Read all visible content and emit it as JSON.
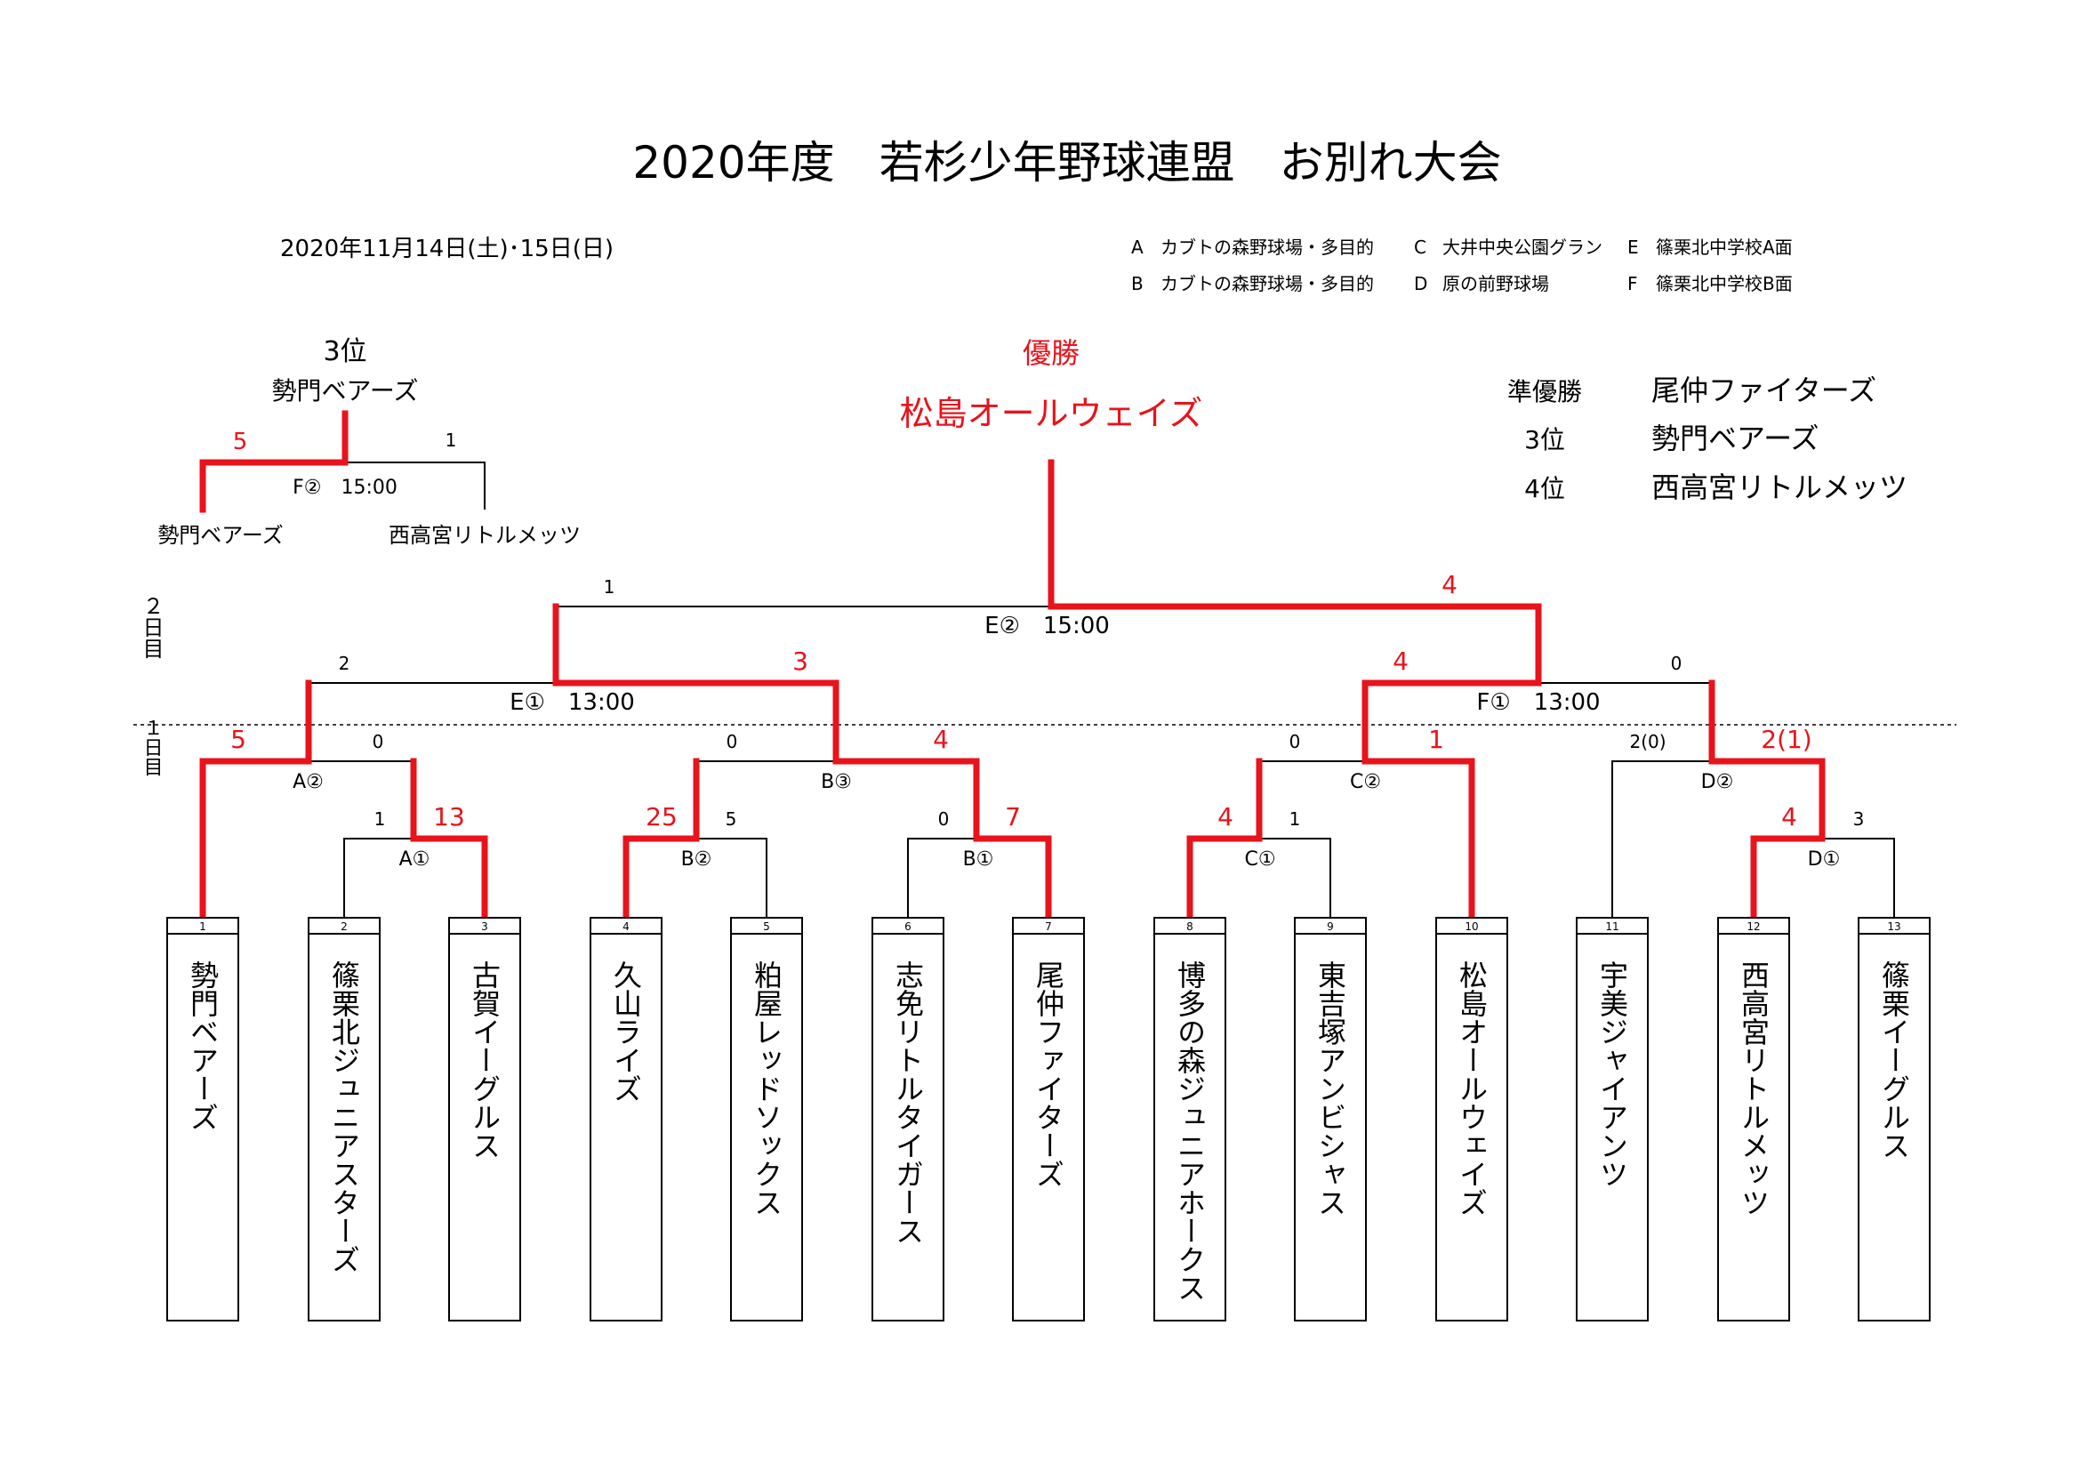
{
  "title": "2020年度　若杉少年野球連盟　お別れ大会",
  "date": "2020年11月14日(土)･15日(日)",
  "venues": [
    {
      "code": "A",
      "name": "カブトの森野球場・多目的"
    },
    {
      "code": "B",
      "name": "カブトの森野球場・多目的"
    },
    {
      "code": "C",
      "name": "大井中央公園グラン"
    },
    {
      "code": "D",
      "name": "原の前野球場"
    },
    {
      "code": "E",
      "name": "篠栗北中学校A面"
    },
    {
      "code": "F",
      "name": "篠栗北中学校B面"
    }
  ],
  "champion": {
    "label": "優勝",
    "team": "松島オールウェイズ"
  },
  "results": [
    {
      "rank": "準優勝",
      "team": "尾仲ファイターズ"
    },
    {
      "rank": "3位",
      "team": "勢門ベアーズ"
    },
    {
      "rank": "4位",
      "team": "西高宮リトルメッツ"
    }
  ],
  "third_place": {
    "label": "3位",
    "winner": "勢門ベアーズ",
    "match": "F②　15:00",
    "left_team": "勢門ベアーズ",
    "right_team": "西高宮リトルメッツ",
    "left_score": "5",
    "right_score": "1"
  },
  "day_labels": {
    "day2": "２日目",
    "day1": "１日目"
  },
  "teams": [
    {
      "no": "1",
      "name": "勢門ベアーズ"
    },
    {
      "no": "2",
      "name": "篠栗北ジュニアスターズ"
    },
    {
      "no": "3",
      "name": "古賀イーグルス"
    },
    {
      "no": "4",
      "name": "久山ライズ"
    },
    {
      "no": "5",
      "name": "粕屋レッドソックス"
    },
    {
      "no": "6",
      "name": "志免リトルタイガース"
    },
    {
      "no": "7",
      "name": "尾仲ファイターズ"
    },
    {
      "no": "8",
      "name": "博多の森ジュニアホークス"
    },
    {
      "no": "9",
      "name": "東吉塚アンビシャス"
    },
    {
      "no": "10",
      "name": "松島オールウェイズ"
    },
    {
      "no": "11",
      "name": "宇美ジャイアンツ"
    },
    {
      "no": "12",
      "name": "西高宮リトルメッツ"
    },
    {
      "no": "13",
      "name": "篠栗イーグルス"
    }
  ],
  "matches": {
    "A1": {
      "label": "A①",
      "left": "1",
      "right": "13"
    },
    "A2": {
      "label": "A②",
      "left": "5",
      "right": "0"
    },
    "B1": {
      "label": "B①",
      "left": "0",
      "right": "7"
    },
    "B2": {
      "label": "B②",
      "left": "25",
      "right": "5"
    },
    "B3": {
      "label": "B③",
      "left": "0",
      "right": "4"
    },
    "C1": {
      "label": "C①",
      "left": "4",
      "right": "1"
    },
    "C2": {
      "label": "C②",
      "left": "0",
      "right": "1"
    },
    "D1": {
      "label": "D①",
      "left": "4",
      "right": "3"
    },
    "D2": {
      "label": "D②",
      "left": "2(0)",
      "right": "2(1)"
    },
    "E1": {
      "label": "E①　13:00",
      "left": "2",
      "right": "3"
    },
    "F1": {
      "label": "F①　13:00",
      "left": "4",
      "right": "0"
    },
    "E2": {
      "label": "E②　15:00",
      "left": "1",
      "right": "4"
    }
  }
}
